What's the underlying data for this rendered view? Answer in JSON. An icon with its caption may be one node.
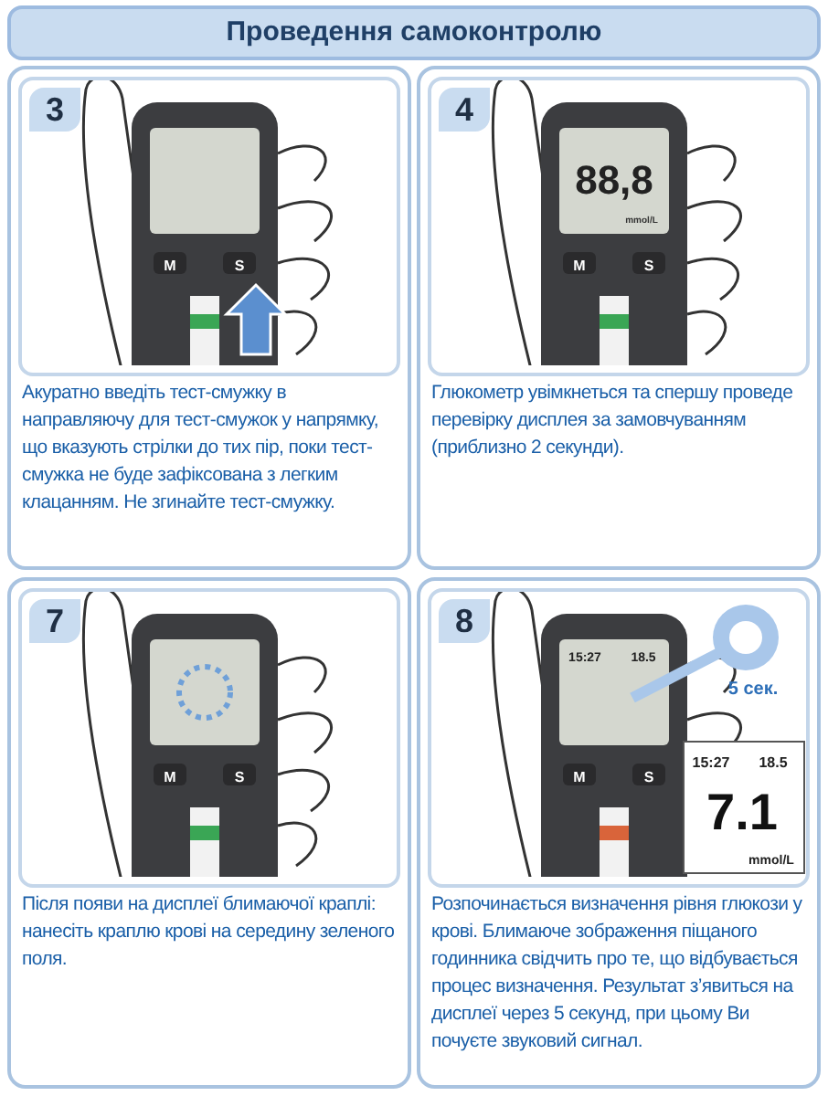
{
  "diagram": {
    "title": "Проведення самоконтролю",
    "nodes": [
      {
        "text": [
          "3",
          "Акуратно введіть тест-смужку в направляючу для тест-смужок у напрямку, що вказують стрілки до тих пір, поки тест-смужка не буде зафіксована з легким клацанням. Не згинайте тест-смужку."
        ]
      },
      {
        "text": [
          "4",
          "Глюкометр увімкнеться та спершу проведе перевірку дисплея за замовчуванням (приблизно 2 секунди)."
        ]
      },
      {
        "text": [
          "7",
          "Після появи на дисплеї блимаючої краплі: нанесіть краплю крові на середину зеленого поля."
        ]
      },
      {
        "text": [
          "8",
          "Розпочинається визначення рівня глюкози у крові. Блимаюче зображення піщаного годинника свідчить про те, що відбувається процес визначення. Результат з’явиться на дисплеї через 5 секунд, при цьому Ви почуєте звуковий сигнал."
        ]
      }
    ],
    "labels": [
      "M",
      "S",
      "88,8",
      "mmol/L",
      "M",
      "S",
      "M",
      "S",
      "15:27",
      "18.5",
      "5 сек.",
      "M",
      "S",
      "15:27",
      "18.5",
      "7.1",
      "mmol/L"
    ]
  }
}
